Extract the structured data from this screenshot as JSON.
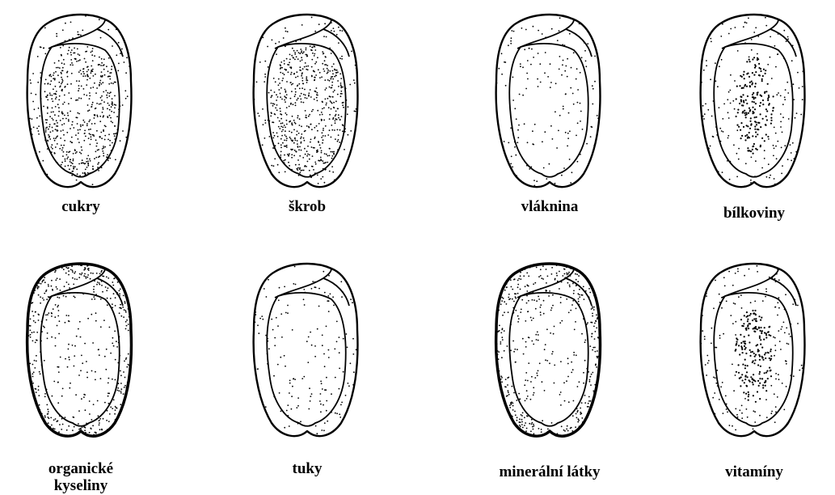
{
  "figure": {
    "rows": [
      {
        "panels": [
          {
            "label": "cukry",
            "emphasis": "inner"
          },
          {
            "label": "škrob",
            "emphasis": "inner"
          },
          {
            "label": "vláknina",
            "emphasis": "uniform"
          },
          {
            "label": "bílkoviny",
            "emphasis": "core"
          }
        ]
      },
      {
        "panels": [
          {
            "label_lines": [
              "organické",
              "kyseliny"
            ],
            "emphasis": "outer"
          },
          {
            "label": "tuky",
            "emphasis": "uniform"
          },
          {
            "label": "minerální látky",
            "emphasis": "outer"
          },
          {
            "label": "vitamíny",
            "emphasis": "core"
          }
        ]
      }
    ]
  },
  "colors": {
    "ink": "#000000",
    "paper": "#ffffff"
  }
}
